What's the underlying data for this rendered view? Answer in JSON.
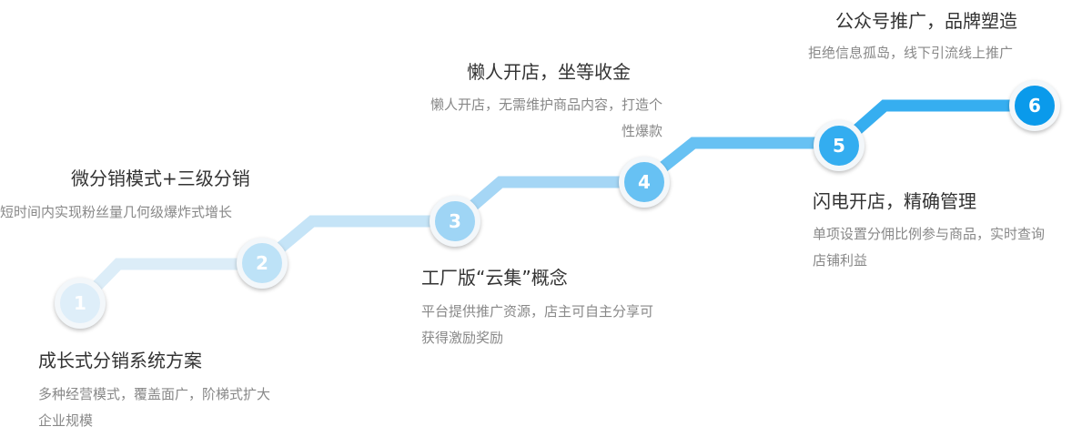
{
  "colors": {
    "step1": "#deeef9",
    "step2": "#bde2f7",
    "step3": "#9fd5f5",
    "step4": "#67c1f3",
    "step5": "#33adf0",
    "step6": "#0a9aeb"
  },
  "steps": [
    {
      "number": "1",
      "title": "成长式分销系统方案",
      "desc": [
        "多种经营模式，覆盖面广，阶梯式扩大",
        "企业规模"
      ]
    },
    {
      "number": "2",
      "title": "微分销模式+三级分销",
      "desc": [
        "短时间内实现粉丝量几何级爆炸式增长"
      ]
    },
    {
      "number": "3",
      "title": "工厂版“云集”概念",
      "desc": [
        "平台提供推广资源，店主可自主分享可",
        "获得激励奖励"
      ]
    },
    {
      "number": "4",
      "title": "懒人开店，坐等收金",
      "desc": [
        "懒人开店，无需维护商品内容，打造个",
        "性爆款"
      ]
    },
    {
      "number": "5",
      "title": "闪电开店，精确管理",
      "desc": [
        "单项设置分佣比例参与商品，实时查询",
        "店铺利益"
      ]
    },
    {
      "number": "6",
      "title": "公众号推广，品牌塑造",
      "desc": [
        "拒绝信息孤岛，线下引流线上推广"
      ]
    }
  ]
}
